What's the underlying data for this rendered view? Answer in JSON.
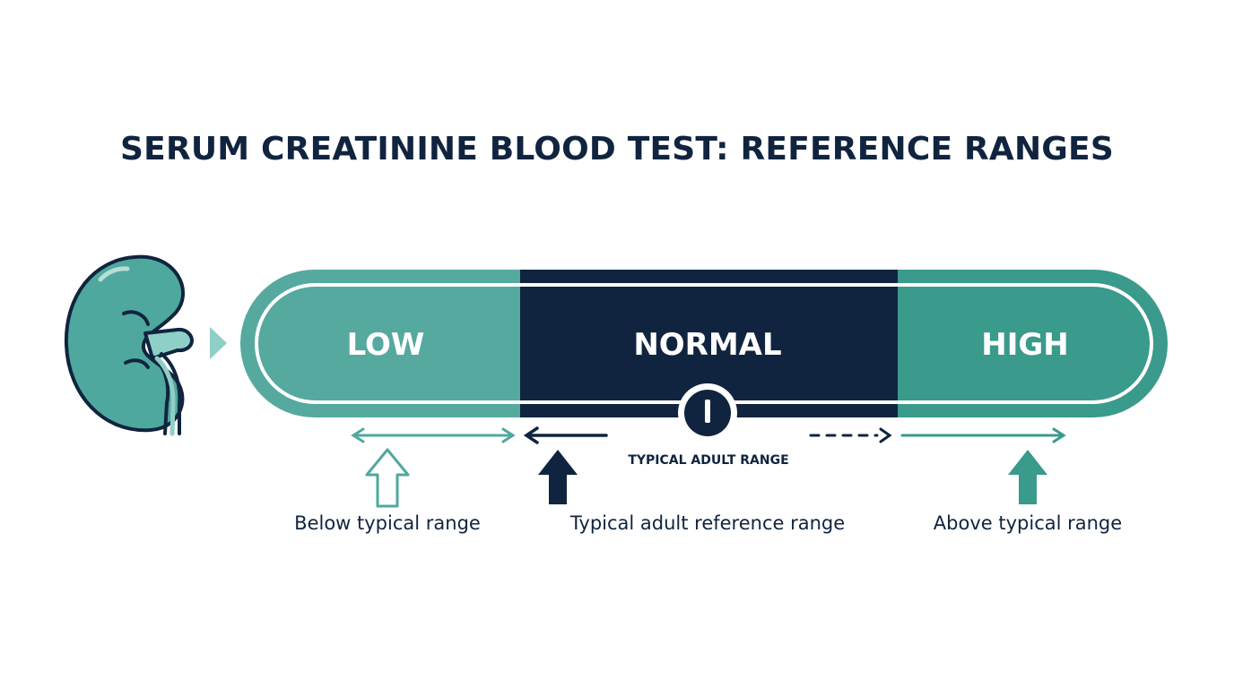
{
  "title": "SERUM CREATININE BLOOD TEST: REFERENCE RANGES",
  "segments": {
    "low": "LOW",
    "normal": "NORMAL",
    "high": "HIGH"
  },
  "marker_text": "TYPICAL ADULT RANGE",
  "labels": {
    "below": "Below typical range",
    "typical": "Typical adult reference range",
    "above": "Above typical range"
  },
  "colors": {
    "navy": "#10243f",
    "teal": "#4fa89e",
    "teal_dark": "#3a9a8c",
    "teal_light": "#8ecfc6"
  },
  "icons": [
    "kidney-icon",
    "gauge-marker-icon",
    "up-arrow-outline-icon",
    "up-arrow-filled-icon"
  ]
}
